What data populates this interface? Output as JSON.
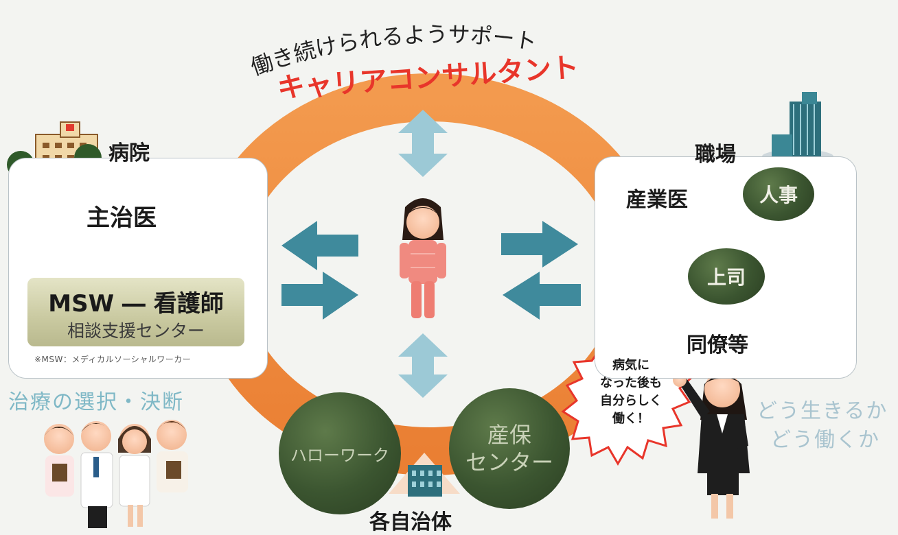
{
  "top_caption": "働き続けられるようサポート",
  "ring_label": "キャリアコンサルタント",
  "hospital": {
    "title": "病院",
    "doctor": "主治医",
    "msw_nurse": "MSW ― 看護師",
    "consult_center": "相談支援センター",
    "footnote": "※MSW：メディカルソーシャルワーカー"
  },
  "workplace": {
    "title": "職場",
    "industrial_physician": "産業医",
    "hr": "人事",
    "boss": "上司",
    "colleagues": "同僚等"
  },
  "treatment_choice": "治療の選択・決断",
  "municipality": "各自治体",
  "hellowork": "ハローワーク",
  "sanpo_line1": "産保",
  "sanpo_line2": "センター",
  "speech": {
    "line1": "病気に",
    "line2": "なった後も",
    "line3": "自分らしく",
    "line4": "働く！"
  },
  "how_live": "どう生きるか",
  "how_work": "どう働くか",
  "colors": {
    "ring": "#ef8a3c",
    "ring_label": "#e8352a",
    "arrow": "#3f8a9c",
    "arrow_light": "#9cc9d6",
    "green_ball": "#3b5530"
  },
  "icons": [
    "hospital-building-icon",
    "office-tower-icon",
    "patient-figure-icon",
    "businesswoman-icon",
    "medical-staff-icon",
    "city-building-icon"
  ]
}
